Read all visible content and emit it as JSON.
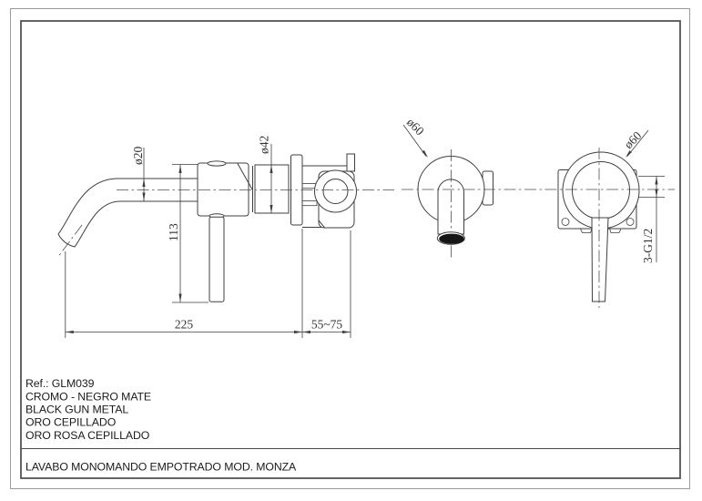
{
  "sheet": {
    "info": {
      "ref": "Ref.: GLM039",
      "finishes": [
        "CROMO - NEGRO MATE",
        "BLACK GUN METAL",
        "ORO CEPILLADO",
        "ORO ROSA CEPILLADO"
      ],
      "title": "LAVABO MONOMANDO EMPOTRADO MOD. MONZA"
    },
    "dims": {
      "spout_tube_diameter": "ø20",
      "cartridge_body_diameter": "ø42",
      "handle_drop": "113",
      "spout_reach": "225",
      "wall_depth_range": "55~75",
      "spout_escutcheon_diameter": "ø60",
      "mixer_escutcheon_diameter": "ø60",
      "thread_spec": "3-G1/2"
    },
    "colors": {
      "line": "#3f3f3f",
      "text": "#1b1b1b",
      "background": "#ffffff"
    }
  }
}
